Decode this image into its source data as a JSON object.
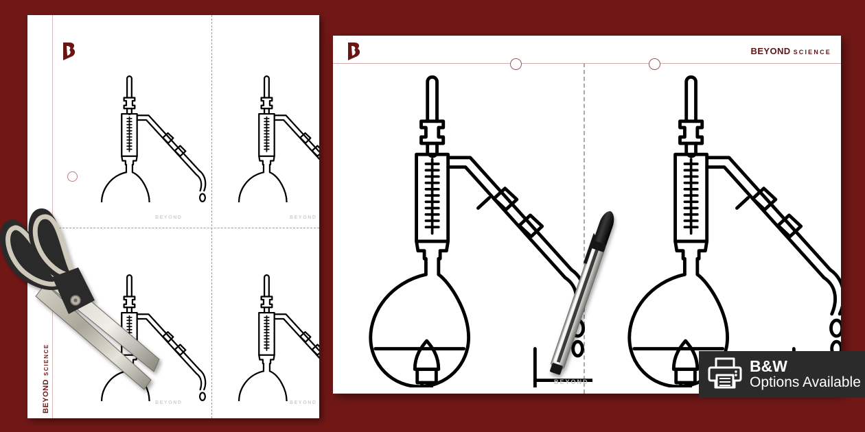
{
  "page": {
    "background_color": "#711817",
    "kind": "printable-worksheet-product-preview"
  },
  "left_sheet": {
    "name": "four-up-printable-sheet",
    "logo_alt": "beyond-b-logo",
    "brand_primary": "BEYOND",
    "brand_secondary": "SCIENCE",
    "illustration": "distillation-apparatus-line-drawing",
    "copies": 4,
    "watermarks": [
      "BEYOND",
      "BEYOND",
      "BEYOND",
      "BEYOND"
    ],
    "cut_guides": "dashed",
    "hole_punch": 1
  },
  "right_sheet": {
    "name": "single-up-printable-sheet",
    "logo_alt": "beyond-b-logo",
    "brand_primary": "BEYOND",
    "brand_secondary": "SCIENCE",
    "illustration": "distillation-apparatus-line-drawing",
    "copies": 2,
    "watermark": "BEYOND",
    "hole_punches": 2,
    "cut_guides": "dashed"
  },
  "props": {
    "scissors": "scissors-cut-out-prop",
    "pen": "ballpoint-pen-prop"
  },
  "badge": {
    "icon": "printer-icon",
    "line1": "B&W",
    "line2": "Options Available",
    "background_color": "#2b2b2b",
    "text_color": "#ffffff"
  },
  "colors": {
    "brand_maroon": "#711817",
    "logo_dark_red": "#6b1414",
    "rule_pink": "#d9a7a7",
    "watermark_gray": "#c8c8c8",
    "line_art_black": "#000000"
  }
}
